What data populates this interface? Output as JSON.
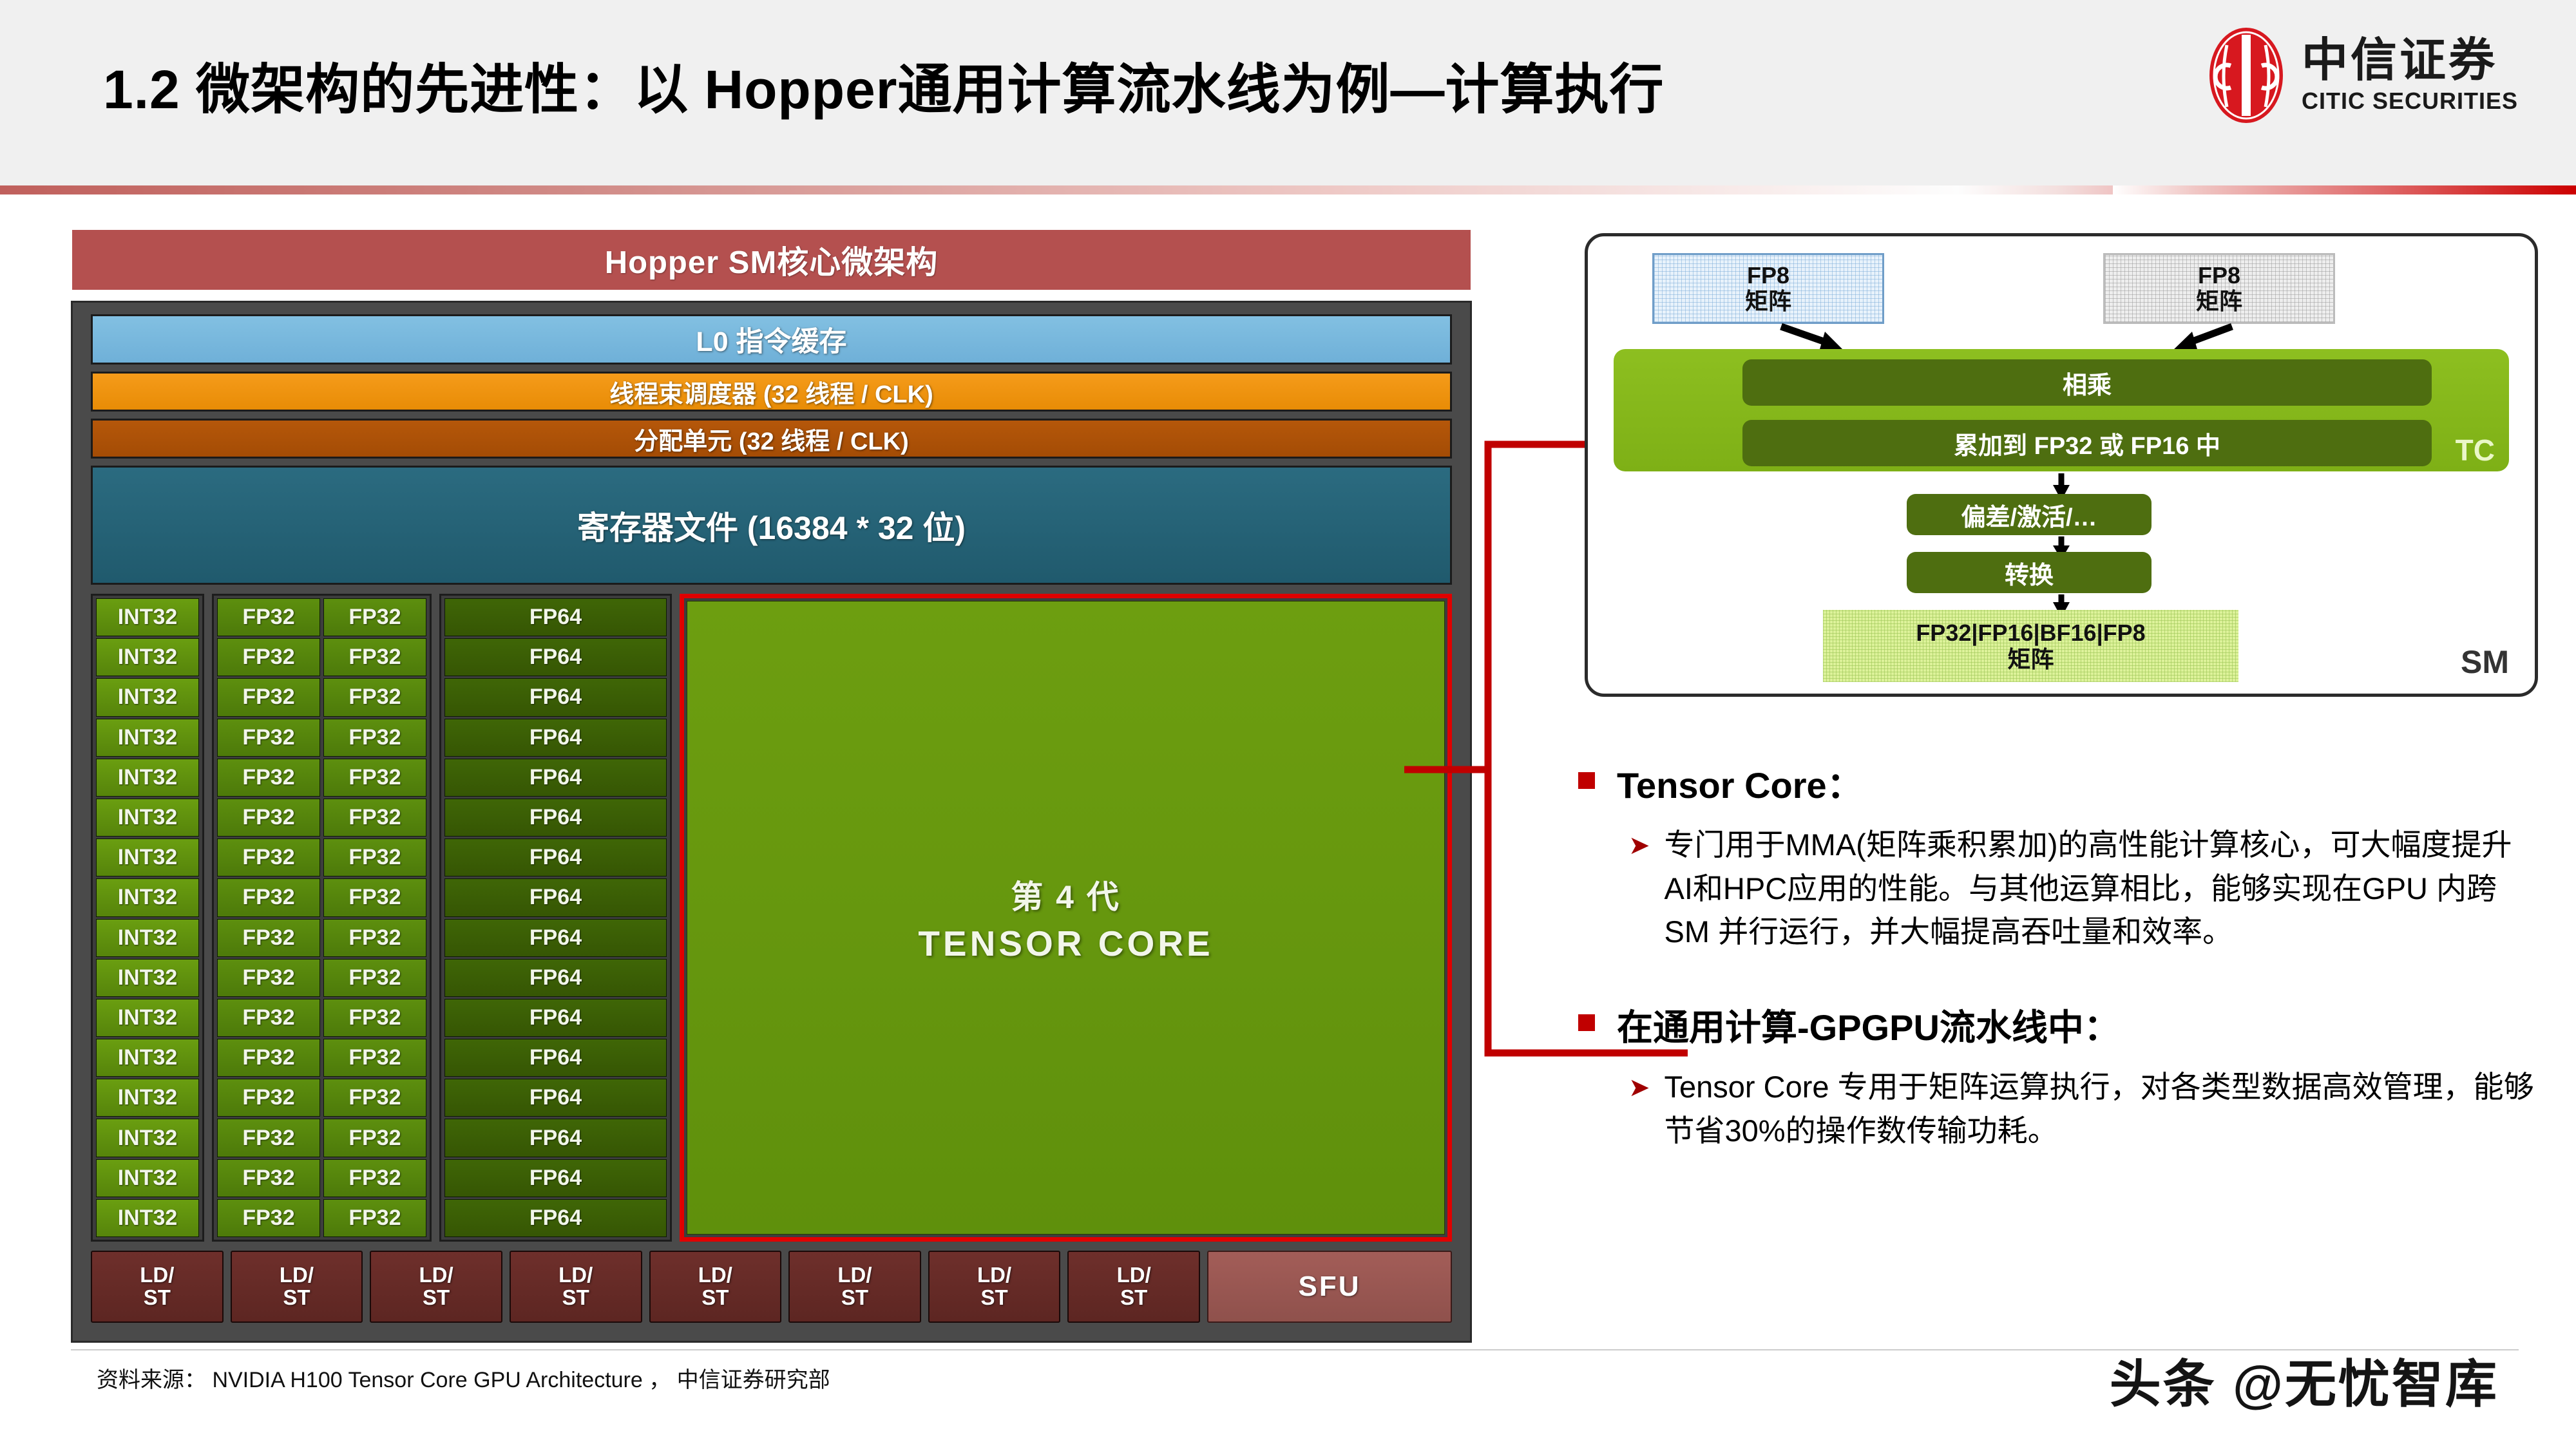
{
  "header": {
    "title": "1.2 微架构的先进性：以 Hopper通用计算流水线为例—计算执行",
    "logo_cn": "中信证券",
    "logo_en": "CITIC SECURITIES"
  },
  "sm_diagram": {
    "title": "Hopper SM核心微架构",
    "l0_cache": "L0 指令缓存",
    "warp_scheduler": "线程束调度器 (32 线程 / CLK)",
    "dispatch_unit": "分配单元 (32 线程 / CLK)",
    "register_file": "寄存器文件 (16384 * 32 位)",
    "rows": 16,
    "int32_label": "INT32",
    "fp32_label": "FP32",
    "fp64_label": "FP64",
    "tensor_core_gen": "第 4 代",
    "tensor_core_name": "TENSOR CORE",
    "ldst_count": 8,
    "ldst_line1": "LD/",
    "ldst_line2": "ST",
    "sfu_label": "SFU"
  },
  "tc_diagram": {
    "input_a_l1": "FP8",
    "input_a_l2": "矩阵",
    "input_b_l1": "FP8",
    "input_b_l2": "矩阵",
    "multiply": "相乘",
    "accumulate": "累加到 FP32 或 FP16 中",
    "bias": "偏差/激活/…",
    "convert": "转换",
    "output_l1": "FP32|FP16|BF16|FP8",
    "output_l2": "矩阵",
    "tc_badge": "TC",
    "sm_badge": "SM"
  },
  "bullets": [
    {
      "heading": "Tensor Core：",
      "body": "专门用于MMA(矩阵乘积累加)的高性能计算核心，可大幅度提升AI和HPC应用的性能。与其他运算相比，能够实现在GPU 内跨 SM 并行运行，并大幅提高吞吐量和效率。"
    },
    {
      "heading": "在通用计算-GPGPU流水线中：",
      "body": "Tensor Core 专用于矩阵运算执行，对各类型数据高效管理，能够节省30%的操作数传输功耗。"
    }
  ],
  "footer": {
    "source": "资料来源： NVIDIA H100 Tensor Core GPU Architecture ， 中信证券研究部",
    "watermark": "头条 @无忧智库"
  },
  "colors": {
    "brand_red": "#c00000",
    "sm_title_bg": "#b4504f",
    "tensor_core_outline": "#e00000",
    "l0_bg": "#6fb0d8",
    "scheduler_bg": "#e88c06",
    "dispatch_bg": "#a44c05",
    "register_bg": "#205a6d"
  }
}
